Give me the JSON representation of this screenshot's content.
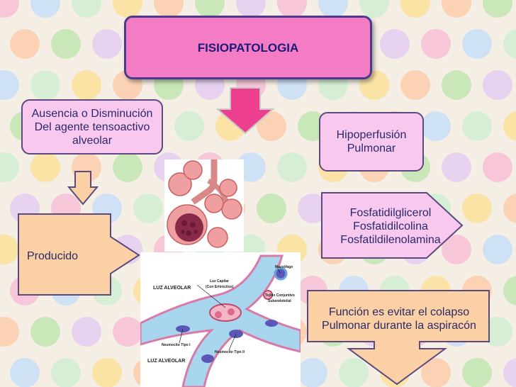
{
  "title": "FISIOPATOLOGIA",
  "cause": {
    "lines": [
      "Ausencia o Disminución",
      "Del agente tensoactivo",
      "alveolar"
    ]
  },
  "hypoperfusion": {
    "lines": [
      "Hipoperfusión",
      "Pulmonar"
    ]
  },
  "produced": {
    "label": "Producido"
  },
  "components": {
    "lines": [
      "Fosfatidilglicerol",
      "Fosfatidilcolina",
      "Fosfatildilenolamina"
    ]
  },
  "function": {
    "lines": [
      "Función es evitar el colapso",
      "Pulmonar durante la aspiracón"
    ]
  },
  "illustration": {
    "luz_alveolar_top": "LUZ ALVEOLAR",
    "luz_alveolar_bottom": "LUZ ALVEOLAR",
    "luz_capilar": "Luz Capilar",
    "con_eritrocitos": "(Con Eritrocitos)",
    "macrofago": "Macrófago",
    "tejido_conjuntivo": "Tejido Conjuntivo",
    "subendotelial": "Subendotelial",
    "neumocito_1": "Neumocito Tipo I",
    "neumocito_2": "Neumocito Tipo II"
  },
  "colors": {
    "title_fill": "#f47cc4",
    "box_fill": "#f9c8ee",
    "orange_fill": "#fbd0a4",
    "border": "#5a4a80",
    "arrow_pink": "#ee3f8e"
  }
}
